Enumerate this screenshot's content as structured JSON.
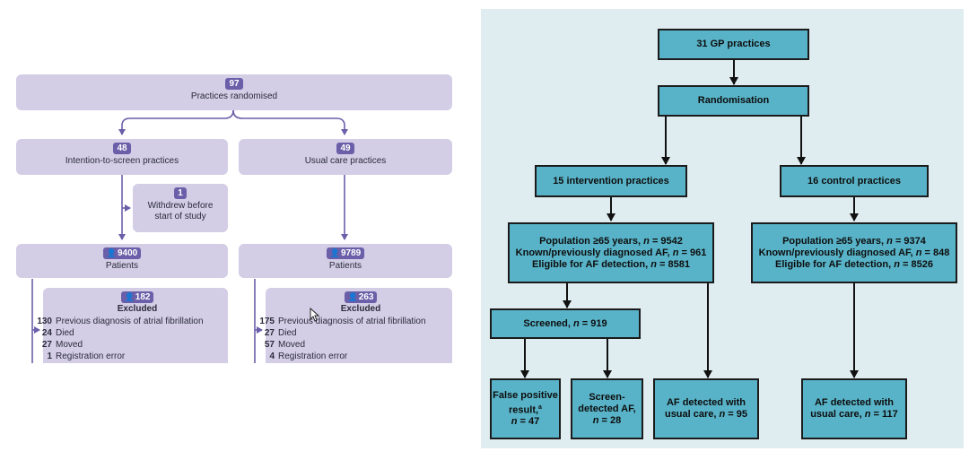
{
  "left": {
    "randomised": {
      "count": "97",
      "label": "Practices randomised"
    },
    "screen_arm": {
      "count": "48",
      "label": "Intention-to-screen practices"
    },
    "usual_arm": {
      "count": "49",
      "label": "Usual care practices"
    },
    "withdrew": {
      "count": "1",
      "label": "Withdrew before start of study"
    },
    "screen_patients": {
      "count": "9400",
      "label": "Patients"
    },
    "usual_patients": {
      "count": "9789",
      "label": "Patients"
    },
    "screen_excluded": {
      "count": "182",
      "title": "Excluded",
      "rows": [
        {
          "n": "130",
          "text": "Previous diagnosis of atrial fibrillation"
        },
        {
          "n": "24",
          "text": "Died"
        },
        {
          "n": "27",
          "text": "Moved"
        },
        {
          "n": "1",
          "text": "Registration error"
        }
      ]
    },
    "usual_excluded": {
      "count": "263",
      "title": "Excluded",
      "rows": [
        {
          "n": "175",
          "text": "Previous diagnosis of atrial fibrillation"
        },
        {
          "n": "27",
          "text": "Died"
        },
        {
          "n": "57",
          "text": "Moved"
        },
        {
          "n": "4",
          "text": "Registration error"
        }
      ]
    }
  },
  "right": {
    "gp_practices": "31 GP practices",
    "randomisation": "Randomisation",
    "intervention": "15 intervention practices",
    "control": "16 control practices",
    "int_population": {
      "l1a": "Population ≥65 years, ",
      "l1n": "n",
      "l1b": " = 9542",
      "l2a": "Known/previously diagnosed AF, ",
      "l2n": "n",
      "l2b": " = 961",
      "l3a": "Eligible for AF detection, ",
      "l3n": "n",
      "l3b": " = 8581"
    },
    "ctl_population": {
      "l1a": "Population ≥65 years, ",
      "l1n": "n",
      "l1b": " = 9374",
      "l2a": "Known/previously diagnosed AF, ",
      "l2n": "n",
      "l2b": " = 848",
      "l3a": "Eligible for AF detection, ",
      "l3n": "n",
      "l3b": " = 8526"
    },
    "screened": {
      "a": "Screened, ",
      "n": "n",
      "b": " = 919"
    },
    "false_positive": {
      "l1": "False positive",
      "l2": "result,",
      "sup": "a",
      "n": "n",
      "l3": " = 47"
    },
    "screen_detected": {
      "l1": "Screen-",
      "l2": "detected AF,",
      "n": "n",
      "l3": " = 28"
    },
    "int_usual": {
      "l1": "AF detected with",
      "l2": "usual care, ",
      "n": "n",
      "l3": " = 95"
    },
    "ctl_usual": {
      "l1": "AF detected with",
      "l2": "usual care, ",
      "n": "n",
      "l3": " = 117"
    }
  },
  "colors": {
    "left_box": "#d3cde6",
    "left_badge": "#6a5fa8",
    "left_arrow": "#6a5fa8",
    "right_bg": "#dfecf0",
    "right_box": "#58b3c8",
    "right_border": "#1b1b1b"
  }
}
